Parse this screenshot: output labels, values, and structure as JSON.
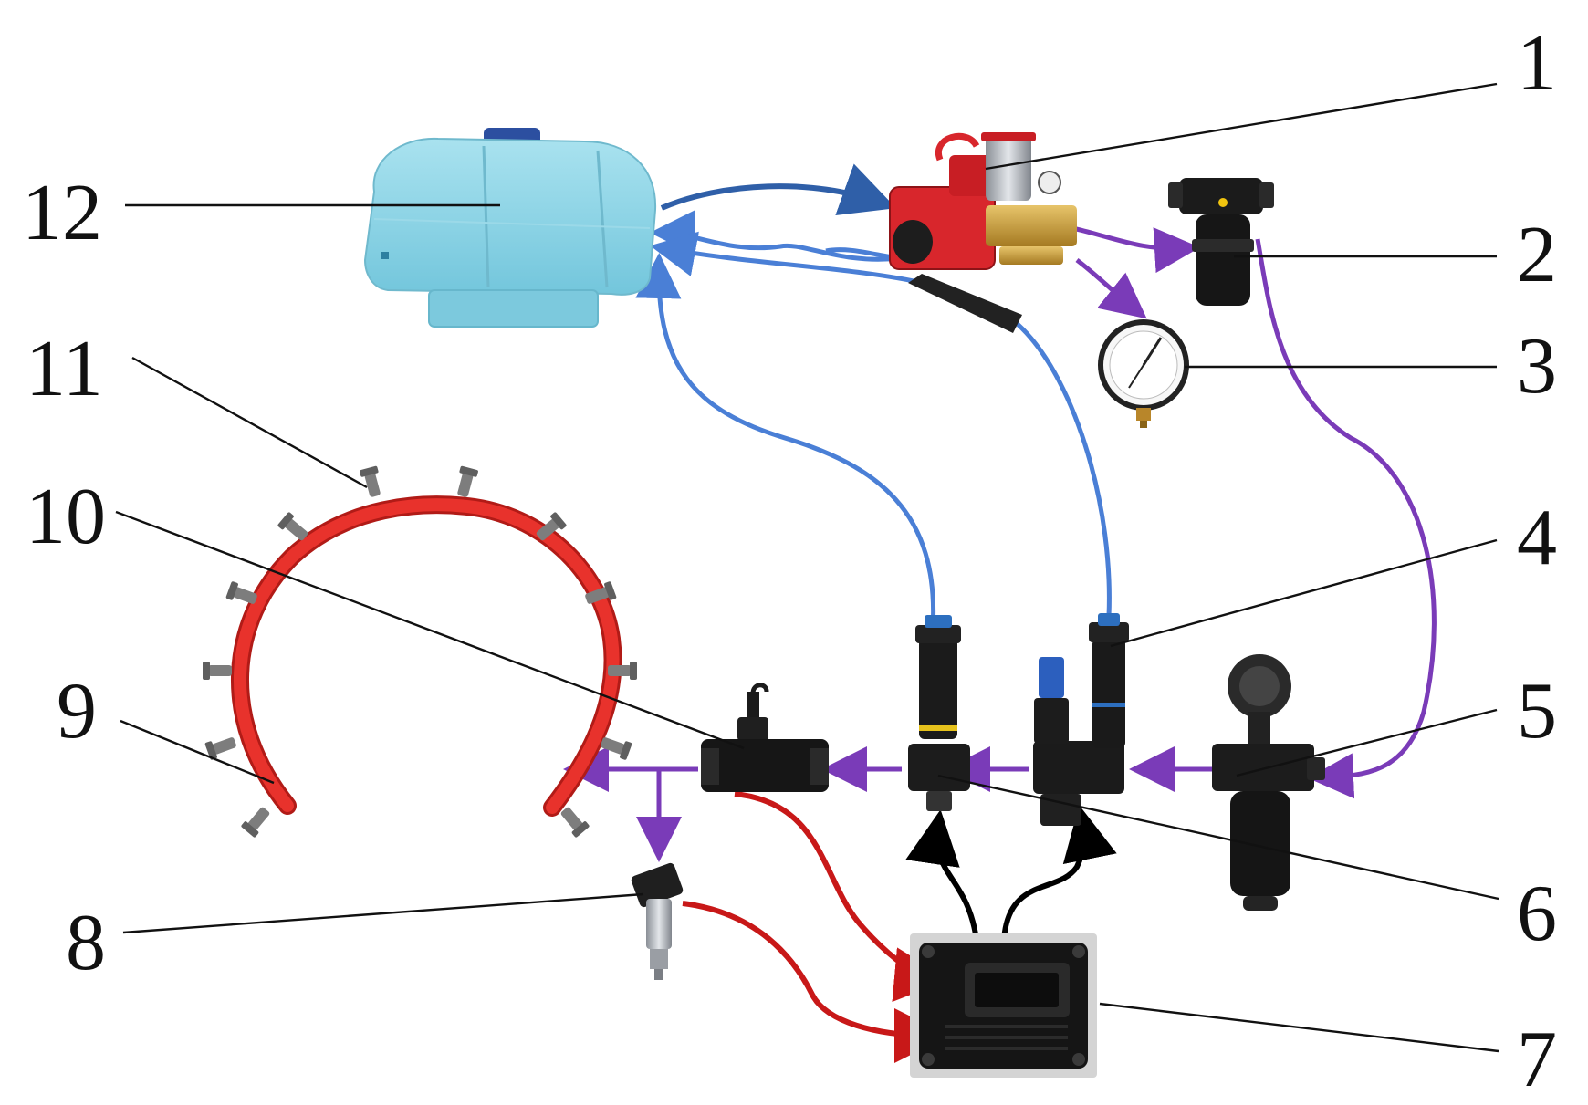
{
  "labels": {
    "n1": "1",
    "n2": "2",
    "n3": "3",
    "n4": "4",
    "n5": "5",
    "n6": "6",
    "n7": "7",
    "n8": "8",
    "n9": "9",
    "n10": "10",
    "n11": "11",
    "n12": "12"
  },
  "colors": {
    "suction_line": "#2f5fa8",
    "return_line": "#4a7fd6",
    "pressure_line": "#7a3bb8",
    "signal_line": "#c81818",
    "control_line": "#000000",
    "tank": "#8fd6e8",
    "pump": "#d8262c",
    "ring_pipe": "#e8322c"
  },
  "icons": {
    "tank": "water-tank-icon",
    "pump": "plunger-pump-icon",
    "filter": "line-filter-icon",
    "gauge": "pressure-gauge-icon",
    "relief_valve": "pressure-regulating-valve-icon",
    "main_filter": "main-filter-icon",
    "solenoid": "solenoid-valve-icon",
    "controller": "ecu-controller-icon",
    "pressure_sensor": "pressure-sensor-icon",
    "ring_pipe": "ring-spray-pipe-icon",
    "flowmeter": "flowmeter-icon",
    "nozzle": "nozzle-icon"
  }
}
